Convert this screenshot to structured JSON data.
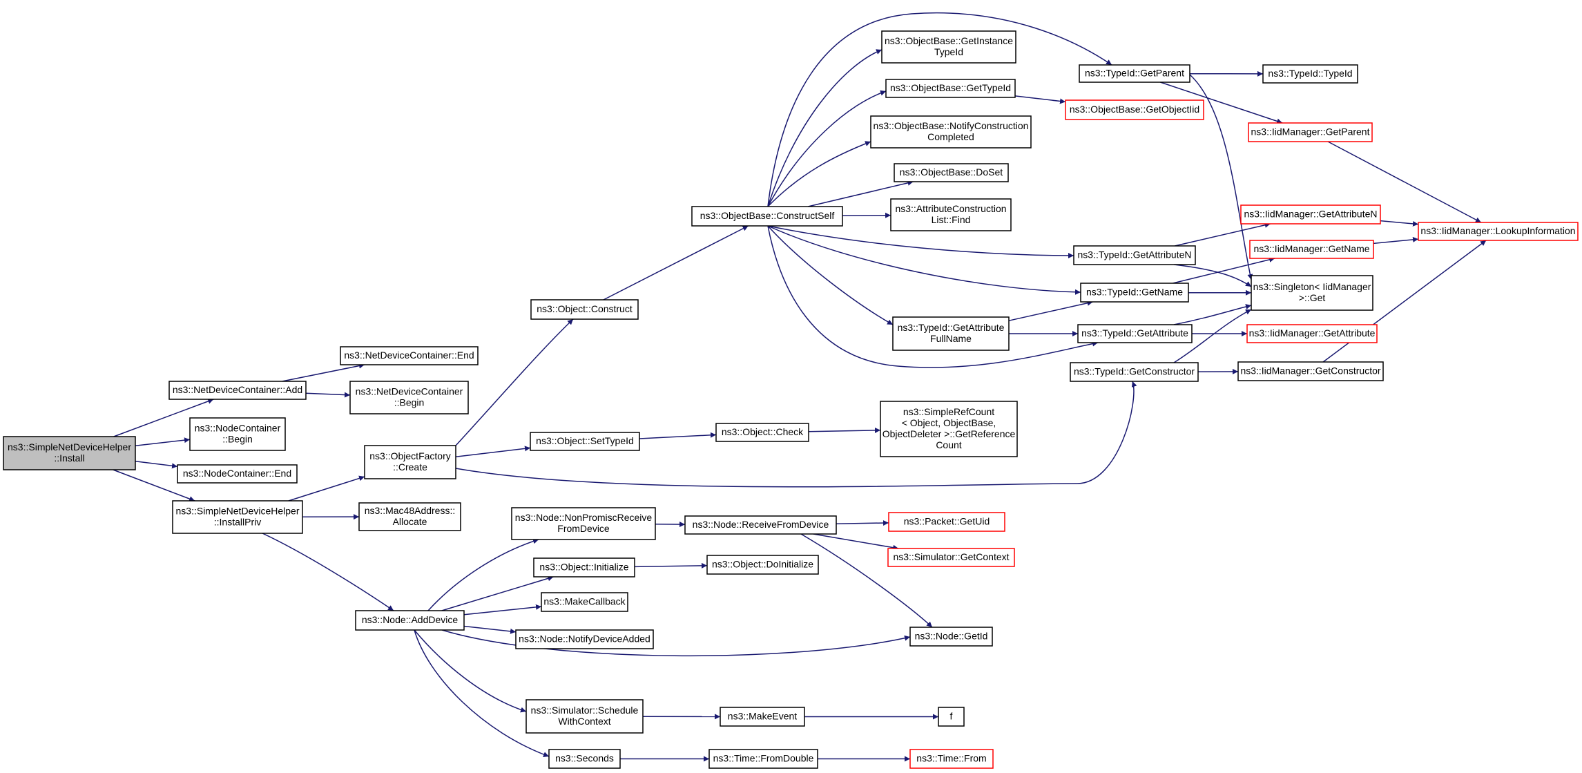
{
  "colors": {
    "edge": "#191970",
    "node_border": "#000000",
    "truncated_border": "#ff0000",
    "root_fill": "#bfbfbf",
    "node_fill": "#ffffff"
  },
  "nodes": {
    "root": {
      "lines": [
        "ns3::SimpleNetDeviceHelper",
        "::Install"
      ],
      "kind": "root"
    },
    "ndcAdd": {
      "lines": [
        "ns3::NetDeviceContainer::Add"
      ]
    },
    "ndcEnd": {
      "lines": [
        "ns3::NetDeviceContainer::End"
      ]
    },
    "ndcBegin": {
      "lines": [
        "ns3::NetDeviceContainer",
        "::Begin"
      ]
    },
    "ncBegin": {
      "lines": [
        "ns3::NodeContainer",
        "::Begin"
      ]
    },
    "ncEnd": {
      "lines": [
        "ns3::NodeContainer::End"
      ]
    },
    "installPriv": {
      "lines": [
        "ns3::SimpleNetDeviceHelper",
        "::InstallPriv"
      ]
    },
    "ofCreate": {
      "lines": [
        "ns3::ObjectFactory",
        "::Create"
      ]
    },
    "objConstruct": {
      "lines": [
        "ns3::Object::Construct"
      ]
    },
    "objSetTypeId": {
      "lines": [
        "ns3::Object::SetTypeId"
      ]
    },
    "objCheck": {
      "lines": [
        "ns3::Object::Check"
      ]
    },
    "srcGetRef": {
      "lines": [
        "ns3::SimpleRefCount",
        "< Object, ObjectBase,",
        "ObjectDeleter >::GetReference",
        "Count"
      ]
    },
    "macAllocate": {
      "lines": [
        "ns3::Mac48Address::",
        "Allocate"
      ]
    },
    "nodeAddDevice": {
      "lines": [
        "ns3::Node::AddDevice"
      ]
    },
    "constructSelf": {
      "lines": [
        "ns3::ObjectBase::ConstructSelf"
      ]
    },
    "getInstanceTypeId": {
      "lines": [
        "ns3::ObjectBase::GetInstance",
        "TypeId"
      ]
    },
    "obGetTypeId": {
      "lines": [
        "ns3::ObjectBase::GetTypeId"
      ]
    },
    "notifyConstruction": {
      "lines": [
        "ns3::ObjectBase::NotifyConstruction",
        "Completed"
      ]
    },
    "doSet": {
      "lines": [
        "ns3::ObjectBase::DoSet"
      ]
    },
    "attrFind": {
      "lines": [
        "ns3::AttributeConstruction",
        "List::Find"
      ]
    },
    "getAttrFullName": {
      "lines": [
        "ns3::TypeId::GetAttribute",
        "FullName"
      ]
    },
    "tidGetParent": {
      "lines": [
        "ns3::TypeId::GetParent"
      ]
    },
    "tidTypeId": {
      "lines": [
        "ns3::TypeId::TypeId"
      ]
    },
    "getObjectIid": {
      "lines": [
        "ns3::ObjectBase::GetObjectIid"
      ],
      "kind": "truncated"
    },
    "iidGetParent": {
      "lines": [
        "ns3::IidManager::GetParent"
      ],
      "kind": "truncated"
    },
    "tidGetAttrN": {
      "lines": [
        "ns3::TypeId::GetAttributeN"
      ]
    },
    "tidGetName": {
      "lines": [
        "ns3::TypeId::GetName"
      ]
    },
    "tidGetAttr": {
      "lines": [
        "ns3::TypeId::GetAttribute"
      ]
    },
    "tidGetConstructor": {
      "lines": [
        "ns3::TypeId::GetConstructor"
      ]
    },
    "iidGetAttrN": {
      "lines": [
        "ns3::IidManager::GetAttributeN"
      ],
      "kind": "truncated"
    },
    "iidGetName": {
      "lines": [
        "ns3::IidManager::GetName"
      ],
      "kind": "truncated"
    },
    "singletonGet": {
      "lines": [
        "ns3::Singleton< IidManager",
        ">::Get"
      ]
    },
    "iidGetAttr": {
      "lines": [
        "ns3::IidManager::GetAttribute"
      ],
      "kind": "truncated"
    },
    "iidGetConstructor": {
      "lines": [
        "ns3::IidManager::GetConstructor"
      ]
    },
    "lookupInfo": {
      "lines": [
        "ns3::IidManager::LookupInformation"
      ],
      "kind": "truncated"
    },
    "nonPromisc": {
      "lines": [
        "ns3::Node::NonPromiscReceive",
        "FromDevice"
      ]
    },
    "receiveFromDevice": {
      "lines": [
        "ns3::Node::ReceiveFromDevice"
      ]
    },
    "packetGetUid": {
      "lines": [
        "ns3::Packet::GetUid"
      ],
      "kind": "truncated"
    },
    "simGetContext": {
      "lines": [
        "ns3::Simulator::GetContext"
      ],
      "kind": "truncated"
    },
    "objInitialize": {
      "lines": [
        "ns3::Object::Initialize"
      ]
    },
    "objDoInitialize": {
      "lines": [
        "ns3::Object::DoInitialize"
      ]
    },
    "makeCallback": {
      "lines": [
        "ns3::MakeCallback"
      ]
    },
    "notifyDeviceAdded": {
      "lines": [
        "ns3::Node::NotifyDeviceAdded"
      ]
    },
    "nodeGetId": {
      "lines": [
        "ns3::Node::GetId"
      ]
    },
    "scheduleWithContext": {
      "lines": [
        "ns3::Simulator::Schedule",
        "WithContext"
      ]
    },
    "makeEvent": {
      "lines": [
        "ns3::MakeEvent"
      ]
    },
    "f": {
      "lines": [
        "f"
      ]
    },
    "seconds": {
      "lines": [
        "ns3::Seconds"
      ]
    },
    "timeFromDouble": {
      "lines": [
        "ns3::Time::FromDouble"
      ]
    },
    "timeFrom": {
      "lines": [
        "ns3::Time::From"
      ],
      "kind": "truncated"
    }
  },
  "edges": [
    [
      "root",
      "ndcAdd"
    ],
    [
      "root",
      "ncBegin"
    ],
    [
      "root",
      "ncEnd"
    ],
    [
      "root",
      "installPriv"
    ],
    [
      "ndcAdd",
      "ndcEnd"
    ],
    [
      "ndcAdd",
      "ndcBegin"
    ],
    [
      "installPriv",
      "ofCreate"
    ],
    [
      "installPriv",
      "macAllocate"
    ],
    [
      "installPriv",
      "nodeAddDevice"
    ],
    [
      "ofCreate",
      "objConstruct"
    ],
    [
      "ofCreate",
      "objSetTypeId"
    ],
    [
      "ofCreate",
      "tidGetConstructor"
    ],
    [
      "objConstruct",
      "constructSelf"
    ],
    [
      "objSetTypeId",
      "objCheck"
    ],
    [
      "objCheck",
      "srcGetRef"
    ],
    [
      "constructSelf",
      "getInstanceTypeId"
    ],
    [
      "constructSelf",
      "obGetTypeId"
    ],
    [
      "constructSelf",
      "notifyConstruction"
    ],
    [
      "constructSelf",
      "doSet"
    ],
    [
      "constructSelf",
      "attrFind"
    ],
    [
      "constructSelf",
      "getAttrFullName"
    ],
    [
      "constructSelf",
      "tidGetParent"
    ],
    [
      "constructSelf",
      "tidGetAttrN"
    ],
    [
      "constructSelf",
      "tidGetName"
    ],
    [
      "constructSelf",
      "tidGetAttr"
    ],
    [
      "obGetTypeId",
      "getObjectIid"
    ],
    [
      "getAttrFullName",
      "tidGetName"
    ],
    [
      "getAttrFullName",
      "tidGetAttr"
    ],
    [
      "tidGetParent",
      "tidTypeId"
    ],
    [
      "tidGetParent",
      "iidGetParent"
    ],
    [
      "tidGetParent",
      "singletonGet"
    ],
    [
      "iidGetParent",
      "lookupInfo"
    ],
    [
      "tidGetAttrN",
      "iidGetAttrN"
    ],
    [
      "tidGetAttrN",
      "singletonGet"
    ],
    [
      "iidGetAttrN",
      "lookupInfo"
    ],
    [
      "iidGetName",
      "lookupInfo"
    ],
    [
      "tidGetName",
      "iidGetName"
    ],
    [
      "tidGetName",
      "singletonGet"
    ],
    [
      "tidGetAttr",
      "singletonGet"
    ],
    [
      "tidGetAttr",
      "iidGetAttr"
    ],
    [
      "tidGetConstructor",
      "singletonGet"
    ],
    [
      "tidGetConstructor",
      "iidGetConstructor"
    ],
    [
      "iidGetConstructor",
      "lookupInfo"
    ],
    [
      "nodeAddDevice",
      "nonPromisc"
    ],
    [
      "nodeAddDevice",
      "objInitialize"
    ],
    [
      "nodeAddDevice",
      "makeCallback"
    ],
    [
      "nodeAddDevice",
      "notifyDeviceAdded"
    ],
    [
      "nodeAddDevice",
      "nodeGetId"
    ],
    [
      "nodeAddDevice",
      "scheduleWithContext"
    ],
    [
      "nodeAddDevice",
      "seconds"
    ],
    [
      "nonPromisc",
      "receiveFromDevice"
    ],
    [
      "receiveFromDevice",
      "packetGetUid"
    ],
    [
      "receiveFromDevice",
      "simGetContext"
    ],
    [
      "receiveFromDevice",
      "nodeGetId"
    ],
    [
      "objInitialize",
      "objDoInitialize"
    ],
    [
      "scheduleWithContext",
      "makeEvent"
    ],
    [
      "makeEvent",
      "f"
    ],
    [
      "seconds",
      "timeFromDouble"
    ],
    [
      "timeFromDouble",
      "timeFrom"
    ]
  ]
}
